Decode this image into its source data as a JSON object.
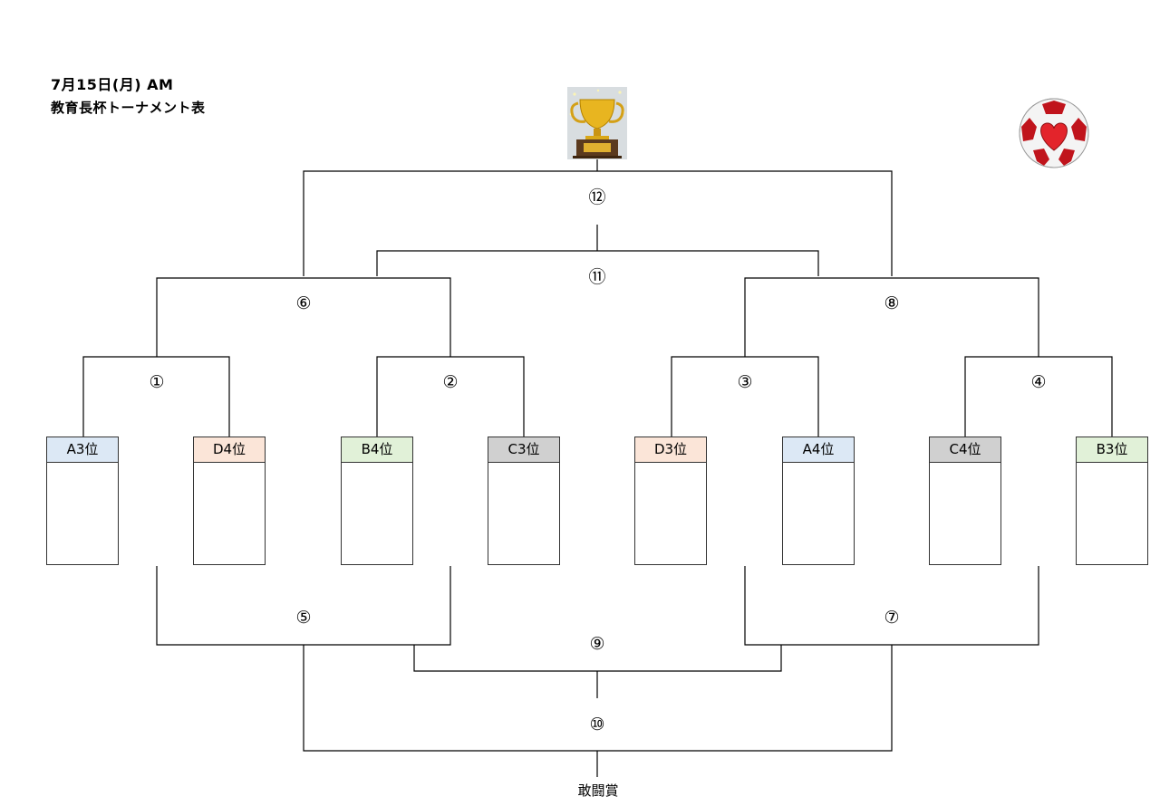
{
  "header": {
    "date": "7月15日(月) AM",
    "title": "教育長杯トーナメント表"
  },
  "matches": [
    "①",
    "②",
    "③",
    "④",
    "⑤",
    "⑥",
    "⑦",
    "⑧",
    "⑨",
    "⑩",
    "⑪",
    "⑫"
  ],
  "teams": [
    {
      "label": "A3位",
      "color": "#dce8f5"
    },
    {
      "label": "D4位",
      "color": "#fbe5d8"
    },
    {
      "label": "B4位",
      "color": "#e1f1d8"
    },
    {
      "label": "C3位",
      "color": "#d0d0d0"
    },
    {
      "label": "D3位",
      "color": "#fbe5d8"
    },
    {
      "label": "A4位",
      "color": "#dce8f5"
    },
    {
      "label": "C4位",
      "color": "#d0d0d0"
    },
    {
      "label": "B3位",
      "color": "#e1f1d8"
    }
  ],
  "award": "敢闘賞",
  "icons": {
    "trophy": "trophy-icon",
    "ball": "soccer-ball-heart-icon"
  }
}
